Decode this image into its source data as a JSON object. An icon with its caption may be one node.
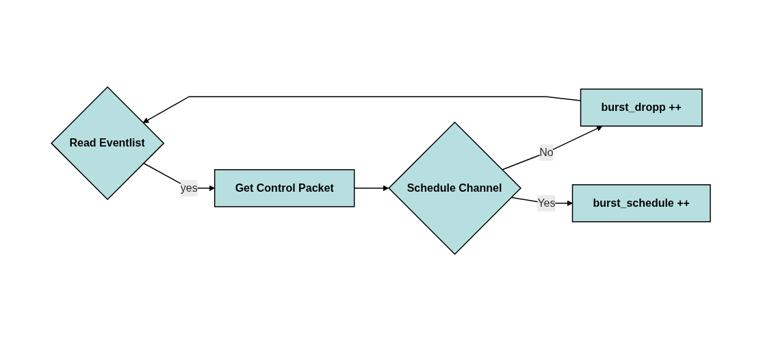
{
  "diagram": {
    "nodes": [
      {
        "text": [
          "Read Eventlist"
        ]
      },
      {
        "text": [
          "Get Control Packet"
        ]
      },
      {
        "text": [
          "Schedule Channel"
        ]
      },
      {
        "text": [
          "burst_dropp ++"
        ]
      },
      {
        "text": [
          "burst_schedule ++"
        ]
      }
    ],
    "edges": [
      {
        "from": 0,
        "to": 1,
        "arrow": "to",
        "label": "yes"
      },
      {
        "from": 1,
        "to": 2,
        "arrow": "to"
      },
      {
        "from": 2,
        "to": 3,
        "arrow": "to",
        "label": "No"
      },
      {
        "from": 2,
        "to": 4,
        "arrow": "to",
        "label": "Yes"
      },
      {
        "from": 3,
        "to": 0,
        "arrow": "to"
      }
    ]
  }
}
